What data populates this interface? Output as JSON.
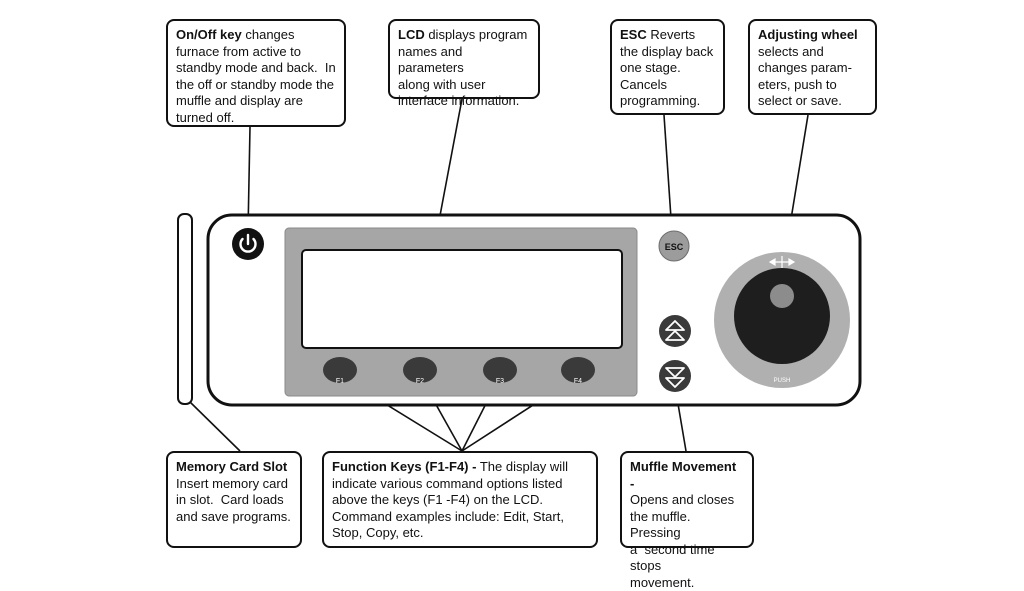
{
  "callouts": {
    "onoff": {
      "title": "On/Off key",
      "body": " changes\nfurnace from active to\nstandby mode and back.  In\nthe off or standby mode the\nmuffle and display are\nturned off."
    },
    "lcd": {
      "title": "LCD",
      "body": " displays program\nnames and parameters\nalong with user\ninterface information."
    },
    "esc": {
      "title": "ESC",
      "body": " Reverts\nthe display back\none stage.\nCancels\nprogramming."
    },
    "wheel": {
      "title": "Adjusting wheel",
      "body": "\nselects and\nchanges param-\neters, push to\nselect or save."
    },
    "memory": {
      "title": "Memory Card Slot",
      "body": "\nInsert memory card\nin slot.  Card loads\nand save programs."
    },
    "fkeys": {
      "title": "Function Keys (F1-F4) -",
      "body": " The display will\nindicate various command options listed\nabove the keys (F1 -F4) on the LCD.\nCommand examples include: Edit, Start,\nStop, Copy, etc."
    },
    "muffle": {
      "title": "Muffle Movement -",
      "body": "\nOpens and closes\nthe muffle.  Pressing\na  second time stops\nmovement."
    }
  },
  "panel": {
    "esc_label": "ESC",
    "function_keys": [
      "F1",
      "F2",
      "F3",
      "F4"
    ],
    "push_label": "PUSH"
  },
  "colors": {
    "panel_gray": "#a6a6a6",
    "ring_gray": "#b0b0b0",
    "key_dark": "#3a3a3a",
    "knob_dark": "#1e1e1e"
  }
}
